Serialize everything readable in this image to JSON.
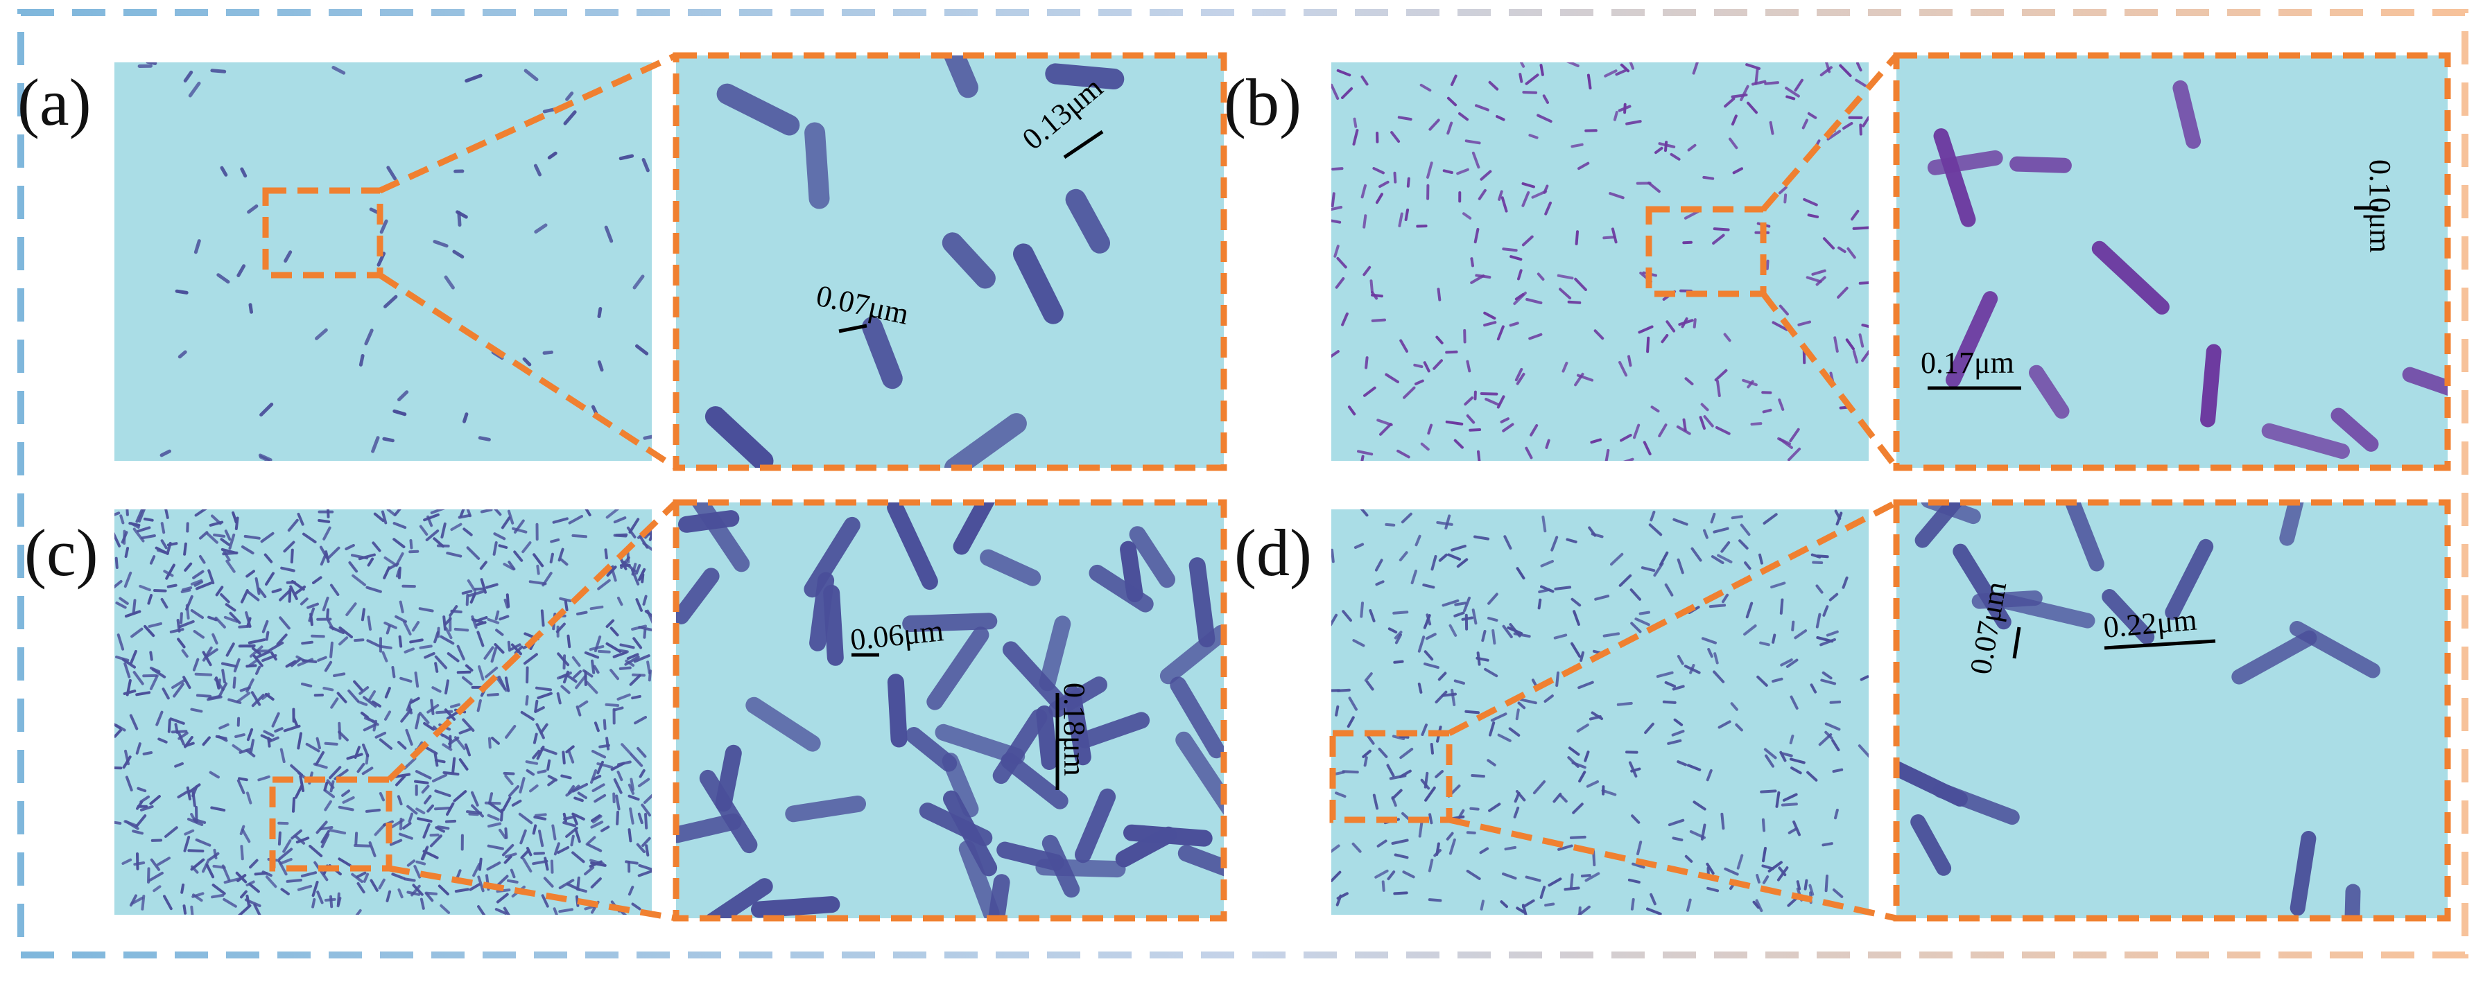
{
  "figure": {
    "panels": [
      {
        "label": "(a)",
        "bacteria_density": "sparse",
        "stain": "dark blue",
        "scale_bars": [
          "0.13μm",
          "0.07μm"
        ]
      },
      {
        "label": "(b)",
        "bacteria_density": "moderate",
        "stain": "purple",
        "scale_bars": [
          "0.10μm",
          "0.17μm"
        ]
      },
      {
        "label": "(c)",
        "bacteria_density": "dense",
        "stain": "blue-violet",
        "scale_bars": [
          "0.06μm",
          "0.18μm"
        ]
      },
      {
        "label": "(d)",
        "bacteria_density": "moderate",
        "stain": "blue-violet",
        "scale_bars": [
          "0.07μm",
          "0.22μm"
        ]
      }
    ],
    "colors": {
      "background_field": "#aadde6",
      "highlight_box": "#f08030",
      "frame_gradient_start": "#7fb7dc",
      "frame_gradient_mid": "#c5d3e8",
      "frame_gradient_end": "#f7c29a",
      "stain_blue": "#4a4f9a",
      "stain_purple": "#6d3aa0"
    }
  }
}
